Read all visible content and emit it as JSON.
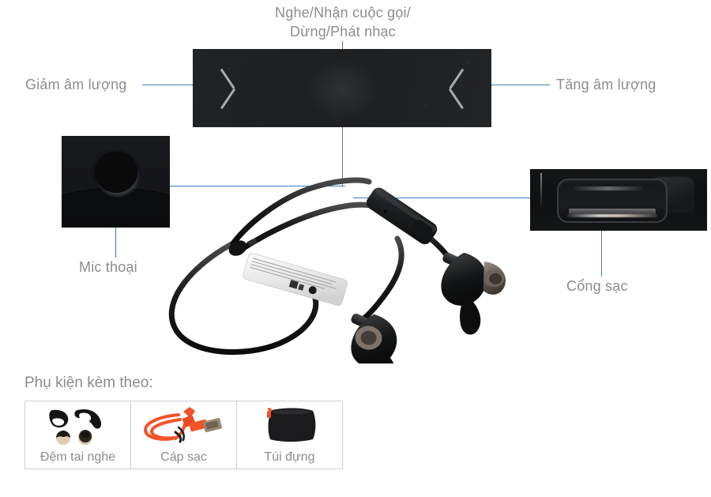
{
  "callouts": {
    "play": {
      "text": "Nghe/Nhận cuộc gọi/\nDừng/Phát nhạc"
    },
    "volume_down": {
      "text": "Giảm âm lượng"
    },
    "volume_up": {
      "text": "Tăng âm lượng"
    },
    "mic": {
      "text": "Mic thoại"
    },
    "charging_port": {
      "text": "Cổng sạc"
    }
  },
  "accessories": {
    "title": "Phụ kiện kèm theo:",
    "items": [
      {
        "label": "Đệm tai nghe",
        "art": "eartips"
      },
      {
        "label": "Cáp sạc",
        "art": "cable"
      },
      {
        "label": "Túi đựng",
        "art": "pouch"
      }
    ]
  },
  "icons": {
    "chevron_left": "chevron-left-icon",
    "chevron_right": "chevron-right-icon"
  },
  "colors": {
    "leader_line": "#3d7ebd",
    "label_text": "#8c8c8c",
    "panel_dark": "#1c1d1f",
    "box_border": "#cfcfcf",
    "cable_orange": "#f4522a",
    "background": "#ffffff"
  }
}
